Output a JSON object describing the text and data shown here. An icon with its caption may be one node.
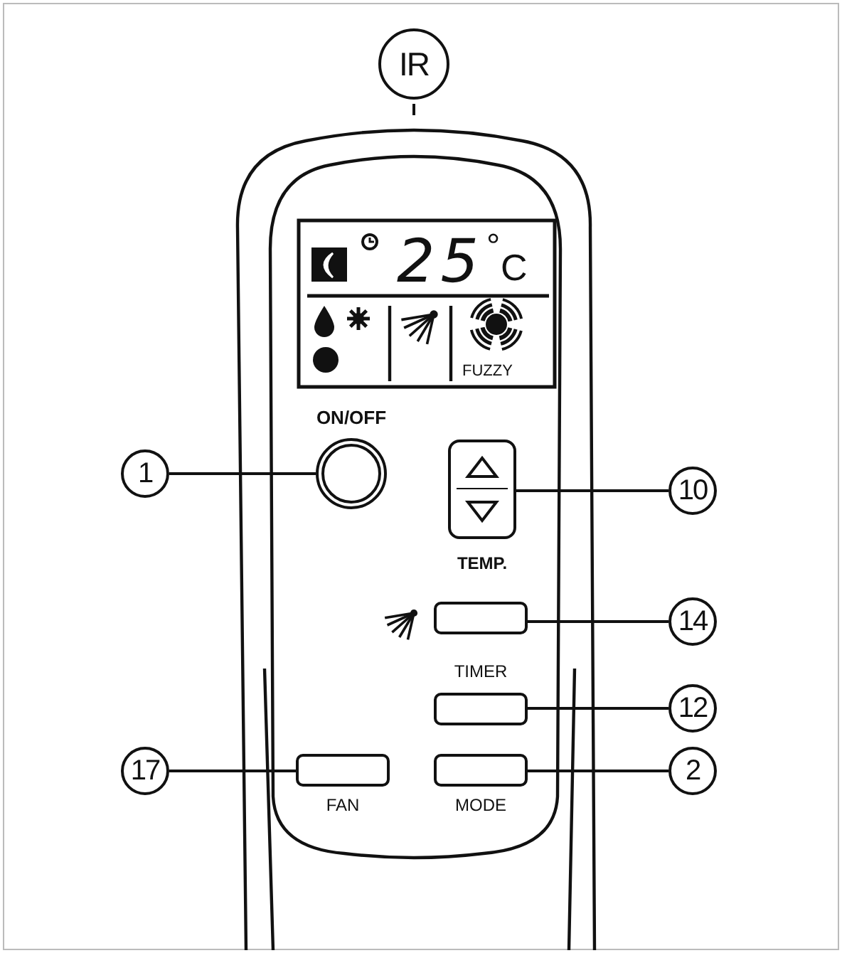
{
  "diagram": {
    "nodes": [
      {
        "text": [
          "IR"
        ]
      },
      {
        "text": [
          "1"
        ]
      },
      {
        "text": [
          "10"
        ]
      },
      {
        "text": [
          "14"
        ]
      },
      {
        "text": [
          "12"
        ]
      },
      {
        "text": [
          "17"
        ]
      },
      {
        "text": [
          "2"
        ]
      },
      {
        "text": [],
        "shape": "circle",
        "beside": [
          "ON/OFF"
        ]
      },
      {
        "text": [],
        "shape": "box",
        "beside": [
          "TEMP."
        ]
      },
      {
        "text": [],
        "shape": "box"
      },
      {
        "text": [],
        "shape": "box",
        "beside": [
          "TIMER"
        ]
      },
      {
        "text": [],
        "shape": "box",
        "beside": [
          "FAN"
        ]
      },
      {
        "text": [],
        "shape": "box",
        "beside": [
          "MODE"
        ]
      }
    ],
    "edges": [
      {
        "from": 0,
        "to": null,
        "arrow": "none"
      },
      {
        "from": 1,
        "to": 7,
        "arrow": "none"
      },
      {
        "from": 2,
        "to": 8,
        "arrow": "none"
      },
      {
        "from": 3,
        "to": 9,
        "arrow": "none"
      },
      {
        "from": 4,
        "to": 10,
        "arrow": "none"
      },
      {
        "from": 5,
        "to": 11,
        "arrow": "none"
      },
      {
        "from": 6,
        "to": 12,
        "arrow": "none"
      }
    ],
    "labels": [
      "25",
      "°",
      "C",
      "FUZZY"
    ]
  }
}
